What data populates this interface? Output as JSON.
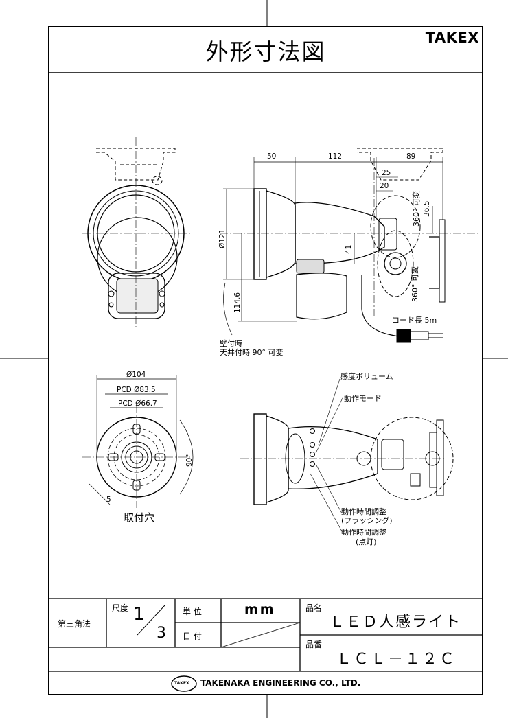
{
  "header": {
    "title": "外形寸法図",
    "brand": "TAKEX"
  },
  "dimensions": {
    "d50": "50",
    "d112": "112",
    "d89": "89",
    "d25": "25",
    "d20": "20",
    "d36_5": "36.5",
    "dia121": "Ø121",
    "d41": "41",
    "d114_6": "114.6",
    "dia104": "Ø104",
    "pcd83_5": "PCD Ø83.5",
    "pcd66_7": "PCD Ø66.7",
    "deg90": "90°",
    "d5": "5"
  },
  "notes": {
    "rot360_top": "360°  可変",
    "rot360_bottom": "360°  可変",
    "cord": "コード長 5m",
    "mount_line1": "壁付時",
    "mount_line2": "天井付時  90°  可変",
    "mount_holes": "取付穴",
    "sensitivity": "感度ボリューム",
    "mode": "動作モード",
    "time_flash1": "動作時間調整",
    "time_flash2": "(フラッシング)",
    "time_light1": "動作時間調整",
    "time_light2": "(点灯)"
  },
  "title_block": {
    "projection": "第三角法",
    "scale_label": "尺度",
    "scale_num": "1",
    "scale_den": "3",
    "unit_label": "単 位",
    "unit_value": "mm",
    "date_label": "日 付",
    "product_name_label": "品名",
    "product_name": "ＬＥＤ人感ライト",
    "part_no_label": "品番",
    "part_no": "ＬＣＬ－１２Ｃ",
    "company": "TAKENAKA ENGINEERING CO., LTD.",
    "logo_text": "TAKEX"
  }
}
